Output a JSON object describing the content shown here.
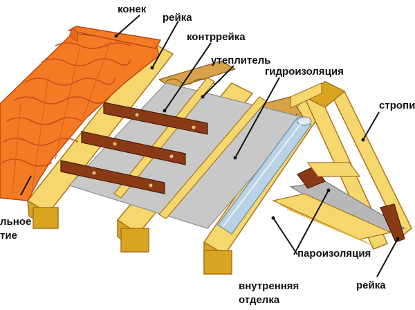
{
  "labels": {
    "ridge": "конек",
    "batten_top": "рейка",
    "counter_batten": "контррейка",
    "insulation": "утеплитель",
    "waterproofing": "гидроизоляция",
    "rafters": "стропи",
    "roof_covering_line1": "льное",
    "roof_covering_line2": "тие",
    "vapor_barrier": "пароизоляция",
    "batten_bottom": "рейка",
    "inner_finish_line1": "внутренняя",
    "inner_finish_line2": "отделка"
  },
  "colors": {
    "wood": "#f5d76e",
    "wood_dark": "#d9a520",
    "wood_edge": "#a8741a",
    "tile": "#f47a24",
    "tile_dark": "#c4501a",
    "batten": "#8b3a16",
    "membrane": "#c8c8c8",
    "roll": "#b9d2e6",
    "insulation": "#d7a24a",
    "leader": "#111111"
  }
}
